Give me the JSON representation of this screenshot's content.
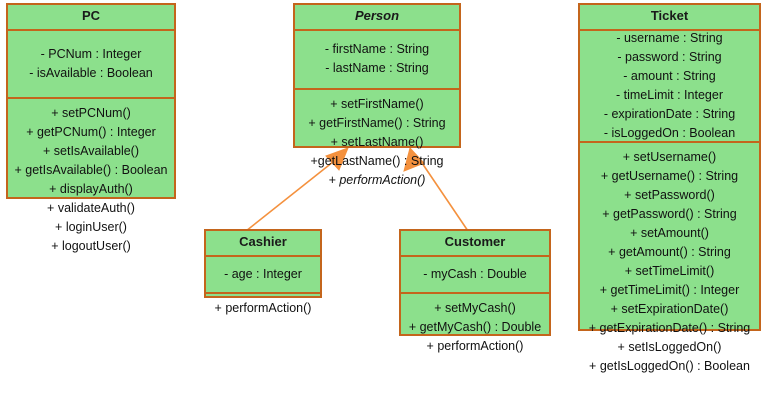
{
  "diagram": {
    "type": "uml-class-diagram",
    "colors": {
      "class_fill": "#8CE08C",
      "class_border": "#C4651C",
      "relationship": "#F4913E",
      "text": "#111111",
      "background": "#FFFFFF"
    }
  },
  "classes": {
    "pc": {
      "name": "PC",
      "abstract": false,
      "attributes": [
        "- PCNum : Integer",
        "- isAvailable : Boolean"
      ],
      "operations": [
        "+ setPCNum()",
        "+ getPCNum() : Integer",
        "+ setIsAvailable()",
        "+ getIsAvailable() : Boolean",
        "+ displayAuth()",
        "+ validateAuth()",
        "+ loginUser()",
        "+ logoutUser()"
      ]
    },
    "person": {
      "name": "Person",
      "abstract": true,
      "attributes": [
        "- firstName : String",
        "- lastName : String"
      ],
      "operations": [
        "+ setFirstName()",
        "+ getFirstName() : String",
        "+ setLastName()",
        "+getLastName() : String",
        "+ performAction()"
      ],
      "abstract_operations": [
        "+ performAction()"
      ]
    },
    "ticket": {
      "name": "Ticket",
      "abstract": false,
      "attributes": [
        "- username : String",
        "- password : String",
        "- amount : String",
        "- timeLimit : Integer",
        "- expirationDate : String",
        "- isLoggedOn : Boolean"
      ],
      "operations": [
        "+ setUsername()",
        "+ getUsername() : String",
        "+ setPassword()",
        "+ getPassword() : String",
        "+ setAmount()",
        "+ getAmount() : String",
        "+ setTimeLimit()",
        "+ getTimeLimit() : Integer",
        "+ setExpirationDate()",
        "+ getExpirationDate() : String",
        "+ setIsLoggedOn()",
        "+ getIsLoggedOn() : Boolean"
      ]
    },
    "cashier": {
      "name": "Cashier",
      "abstract": false,
      "attributes": [
        "- age : Integer"
      ],
      "operations": [
        "+ performAction()"
      ]
    },
    "customer": {
      "name": "Customer",
      "abstract": false,
      "attributes": [
        "- myCash : Double"
      ],
      "operations": [
        "+ setMyCash()",
        "+ getMyCash() : Double",
        "+ performAction()"
      ]
    }
  },
  "relationships": [
    {
      "kind": "generalization",
      "from": "Cashier",
      "to": "Person"
    },
    {
      "kind": "generalization",
      "from": "Customer",
      "to": "Person"
    }
  ]
}
